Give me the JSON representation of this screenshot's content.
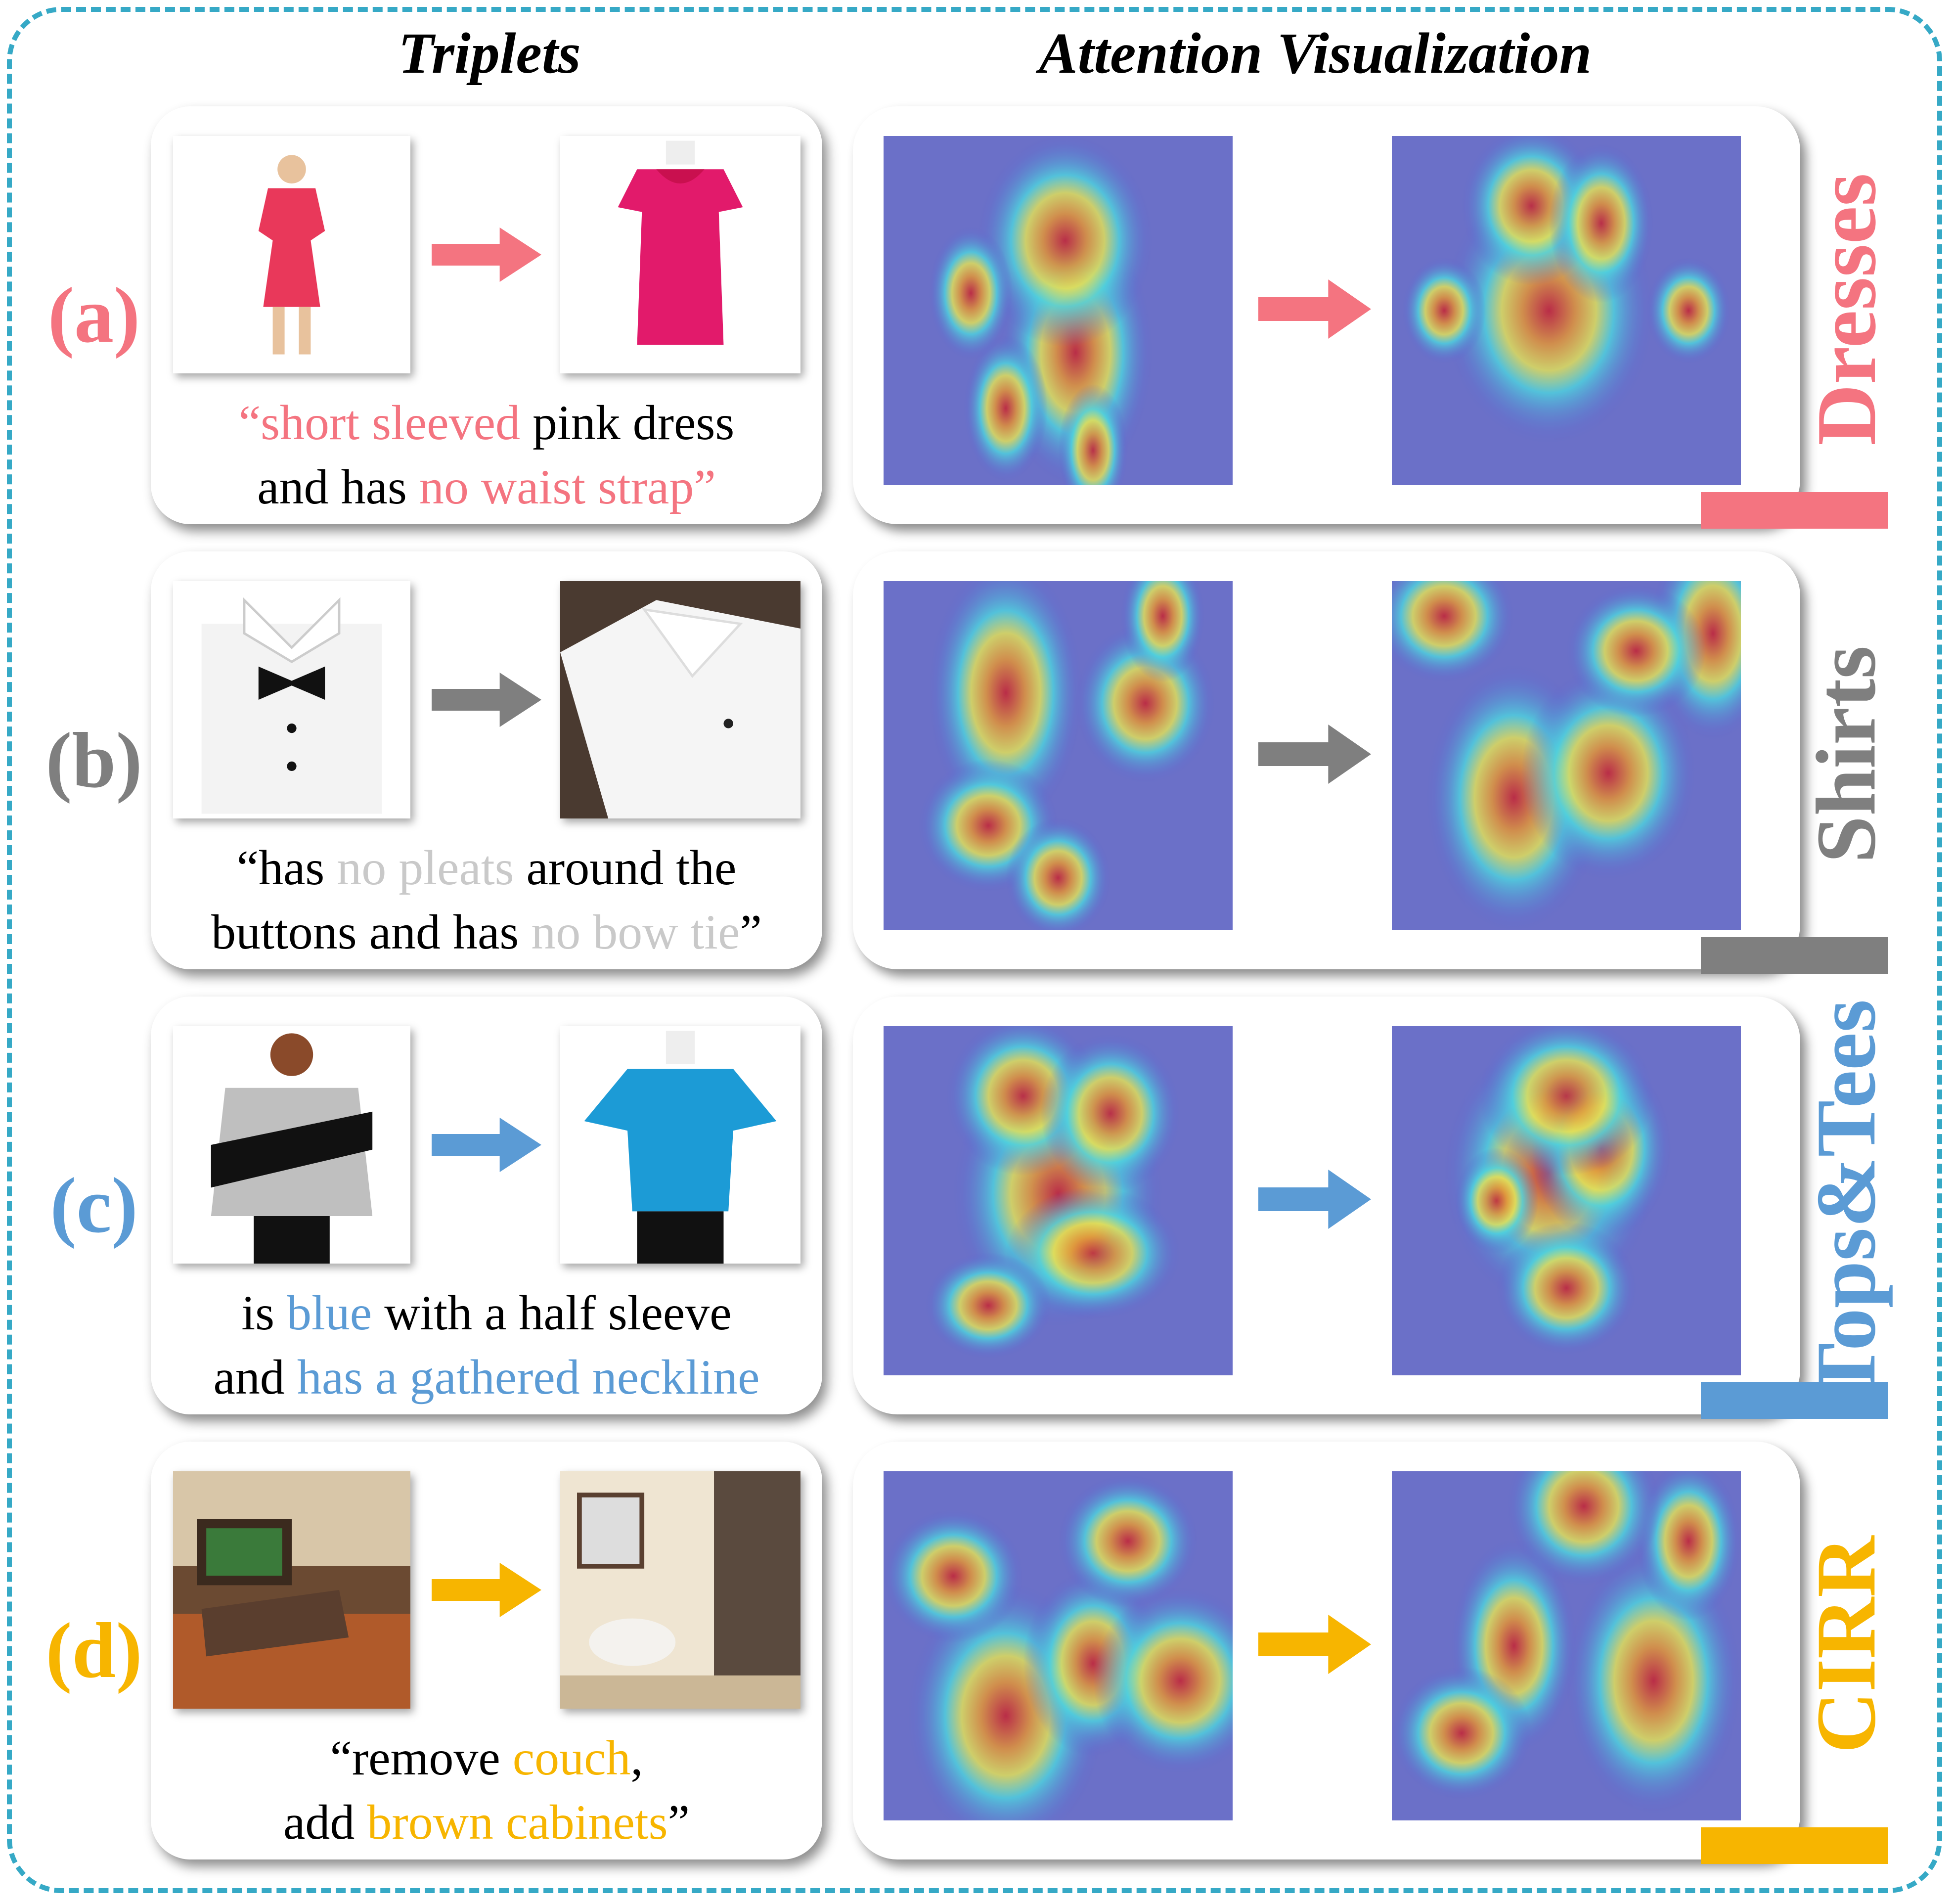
{
  "headers": {
    "triplets": "Triplets",
    "attention": "Attention Visualization"
  },
  "rows": [
    {
      "label": "(a)",
      "color": "#f47480",
      "category": "Dresses",
      "caption": [
        [
          {
            "t": "“short sleeved",
            "c": true
          },
          {
            "t": " pink dress",
            "c": false
          }
        ],
        [
          {
            "t": "and has ",
            "c": false
          },
          {
            "t": "no waist strap”",
            "c": true
          }
        ]
      ],
      "ref_icon": "woman-pink-dress-photo",
      "tgt_icon": "pink-dress-mannequin-photo"
    },
    {
      "label": "(b)",
      "color": "#7f7f7f",
      "accent": "#c9c9c9",
      "category": "Shirts",
      "caption": [
        [
          {
            "t": "“has ",
            "c": false
          },
          {
            "t": "no pleats",
            "c": true
          },
          {
            "t": " around the",
            "c": false
          }
        ],
        [
          {
            "t": "buttons and has ",
            "c": false
          },
          {
            "t": "no bow tie",
            "c": true
          },
          {
            "t": "”",
            "c": false
          }
        ]
      ],
      "ref_icon": "tuxedo-shirt-bowtie-photo",
      "tgt_icon": "white-shirt-photo"
    },
    {
      "label": "(c)",
      "color": "#5b9bd5",
      "category": "Tops&Tees",
      "caption": [
        [
          {
            "t": "is ",
            "c": false
          },
          {
            "t": "blue",
            "c": true
          },
          {
            "t": " with a half sleeve",
            "c": false
          }
        ],
        [
          {
            "t": "and ",
            "c": false
          },
          {
            "t": "has a gathered neckline",
            "c": true
          }
        ]
      ],
      "ref_icon": "woman-striped-sweater-photo",
      "tgt_icon": "blue-top-mannequin-photo"
    },
    {
      "label": "(d)",
      "color": "#f7b500",
      "category": "CIRR",
      "caption": [
        [
          {
            "t": "“remove ",
            "c": false
          },
          {
            "t": "couch",
            "c": true
          },
          {
            "t": ",",
            "c": false
          }
        ],
        [
          {
            "t": "add ",
            "c": false
          },
          {
            "t": "brown cabinets",
            "c": true
          },
          {
            "t": "”",
            "c": false
          }
        ]
      ],
      "ref_icon": "living-room-couch-photo",
      "tgt_icon": "bathroom-cabinets-photo"
    }
  ]
}
